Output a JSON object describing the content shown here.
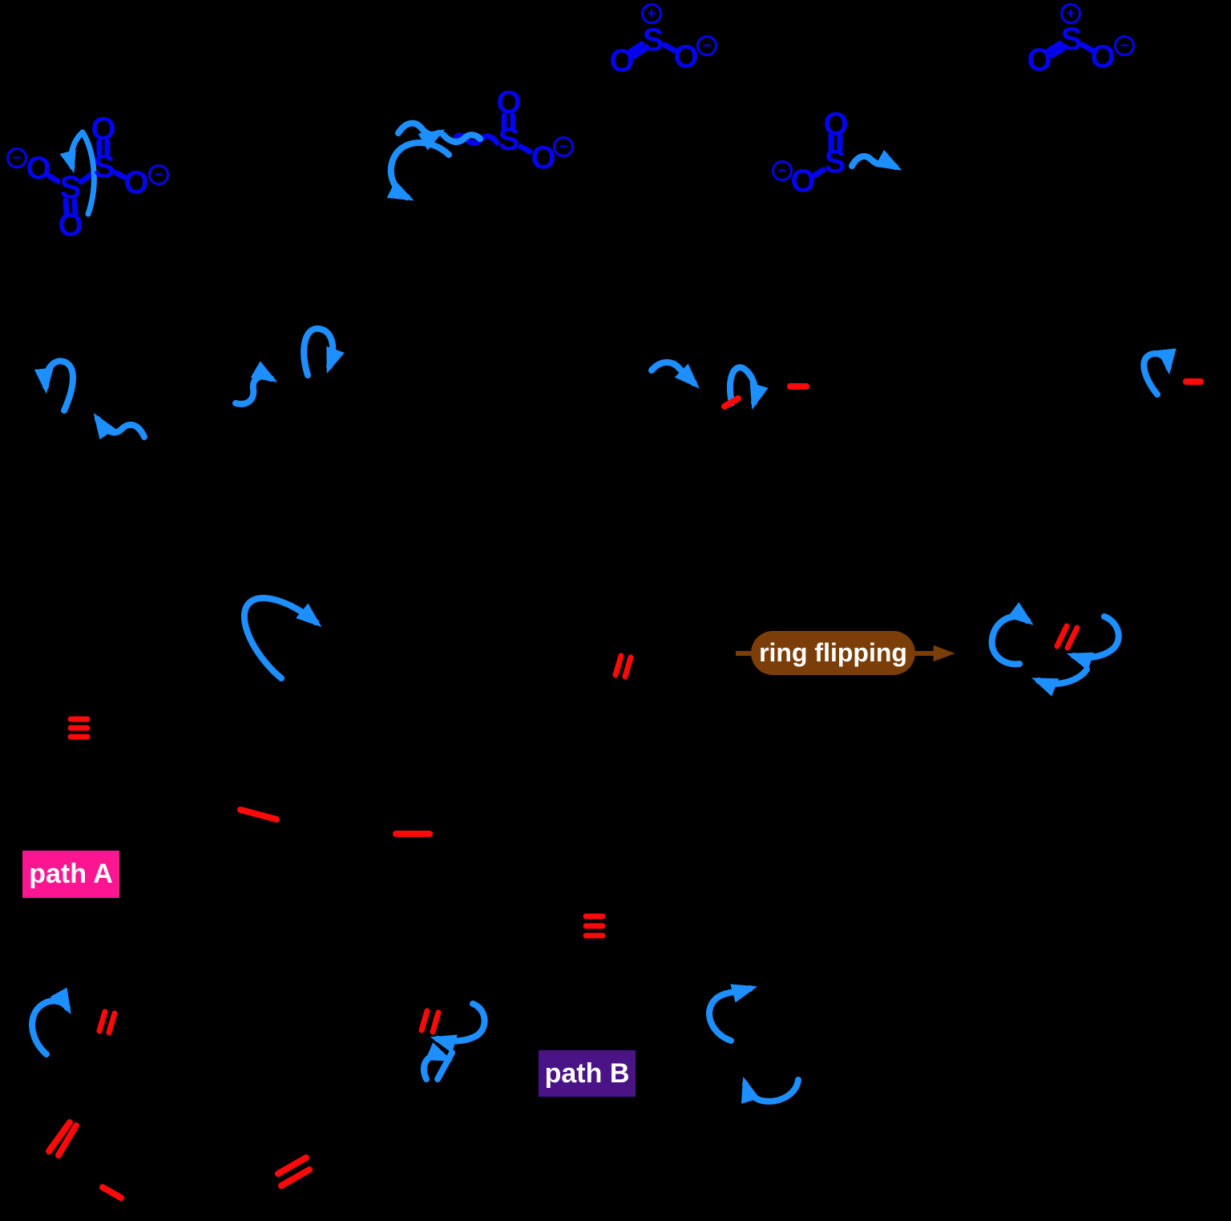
{
  "colors": {
    "background": "#000000",
    "structure_blue": "#0404ee",
    "arrow_blue": "#1e8fff",
    "highlight_red": "#fa0a0a",
    "ring_flipping_brown": "#7c3e08",
    "path_a_pink": "#fb1591",
    "path_b_purple": "#4a1386",
    "badge_text": "#ffffff"
  },
  "badges": {
    "ring_flipping": "ring flipping",
    "path_a": "path A",
    "path_b": "path B"
  },
  "structures": {
    "dithionite": {
      "charge_left": "−",
      "o_left": "O",
      "s_left": "S",
      "o_bottom": "O",
      "s_right": "S",
      "o_top": "O",
      "o_right": "O",
      "charge_right": "−"
    },
    "sulfinate_mid": {
      "o_top": "O",
      "s": "S",
      "o_right": "O",
      "charge": "−"
    },
    "so2_cation_mid": {
      "charge_plus": "+",
      "s": "S",
      "o_left": "O",
      "o_right": "O",
      "charge_minus": "−"
    },
    "so2_cation_right": {
      "charge_plus": "+",
      "s": "S",
      "o_left": "O",
      "o_right": "O",
      "charge_minus": "−"
    },
    "sulfinate_right": {
      "charge": "−",
      "o_left": "O",
      "s": "S",
      "o_top": "O"
    }
  }
}
